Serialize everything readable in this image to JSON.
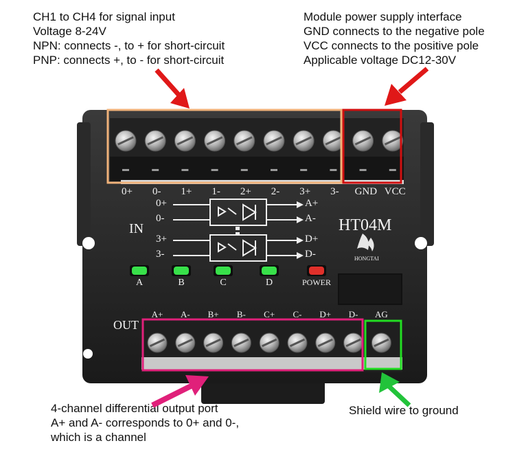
{
  "annotations": {
    "signal_input": [
      "CH1 to CH4 for signal input",
      "Voltage 8-24V",
      "NPN: connects -, to + for short-circuit",
      "PNP: connects +, to - for short-circuit"
    ],
    "power": [
      "Module power supply interface",
      "GND connects to the negative pole",
      "VCC connects to the positive pole",
      "Applicable voltage DC12-30V"
    ],
    "output": [
      "4-channel differential output port",
      "A+ and A- corresponds to 0+ and 0-,",
      "which is a channel"
    ],
    "shield": "Shield wire to ground"
  },
  "module": {
    "model": "HT04M",
    "brand": "HONGTAI",
    "in_label": "IN",
    "out_label": "OUT",
    "input_terminals": [
      "0+",
      "0-",
      "1+",
      "1-",
      "2+",
      "2-",
      "3+",
      "3-",
      "GND",
      "VCC"
    ],
    "output_terminals": [
      "A+",
      "A-",
      "B+",
      "B-",
      "C+",
      "C-",
      "D+",
      "D-",
      "AG"
    ],
    "diagram_top": {
      "inputs": [
        "0+",
        "0-"
      ],
      "outputs": [
        "A+",
        "A-"
      ]
    },
    "diagram_bottom": {
      "inputs": [
        "3+",
        "3-"
      ],
      "outputs": [
        "D+",
        "D-"
      ]
    },
    "leds": [
      {
        "label": "A",
        "color": "#38e04a"
      },
      {
        "label": "B",
        "color": "#38e04a"
      },
      {
        "label": "C",
        "color": "#38e04a"
      },
      {
        "label": "D",
        "color": "#38e04a"
      },
      {
        "label": "POWER",
        "color": "#e0302a"
      }
    ]
  },
  "colors": {
    "arrow_red": "#e01818",
    "arrow_magenta": "#e0207a",
    "arrow_green": "#22c33a",
    "box_input": "#f0b27a",
    "box_power": "#d01010",
    "box_output": "#e0207a",
    "box_shield": "#22dd22"
  },
  "icons": [
    "screw-terminal-icon",
    "optocoupler-icon",
    "led-icon",
    "hongtai-logo-icon",
    "arrow-icon"
  ]
}
